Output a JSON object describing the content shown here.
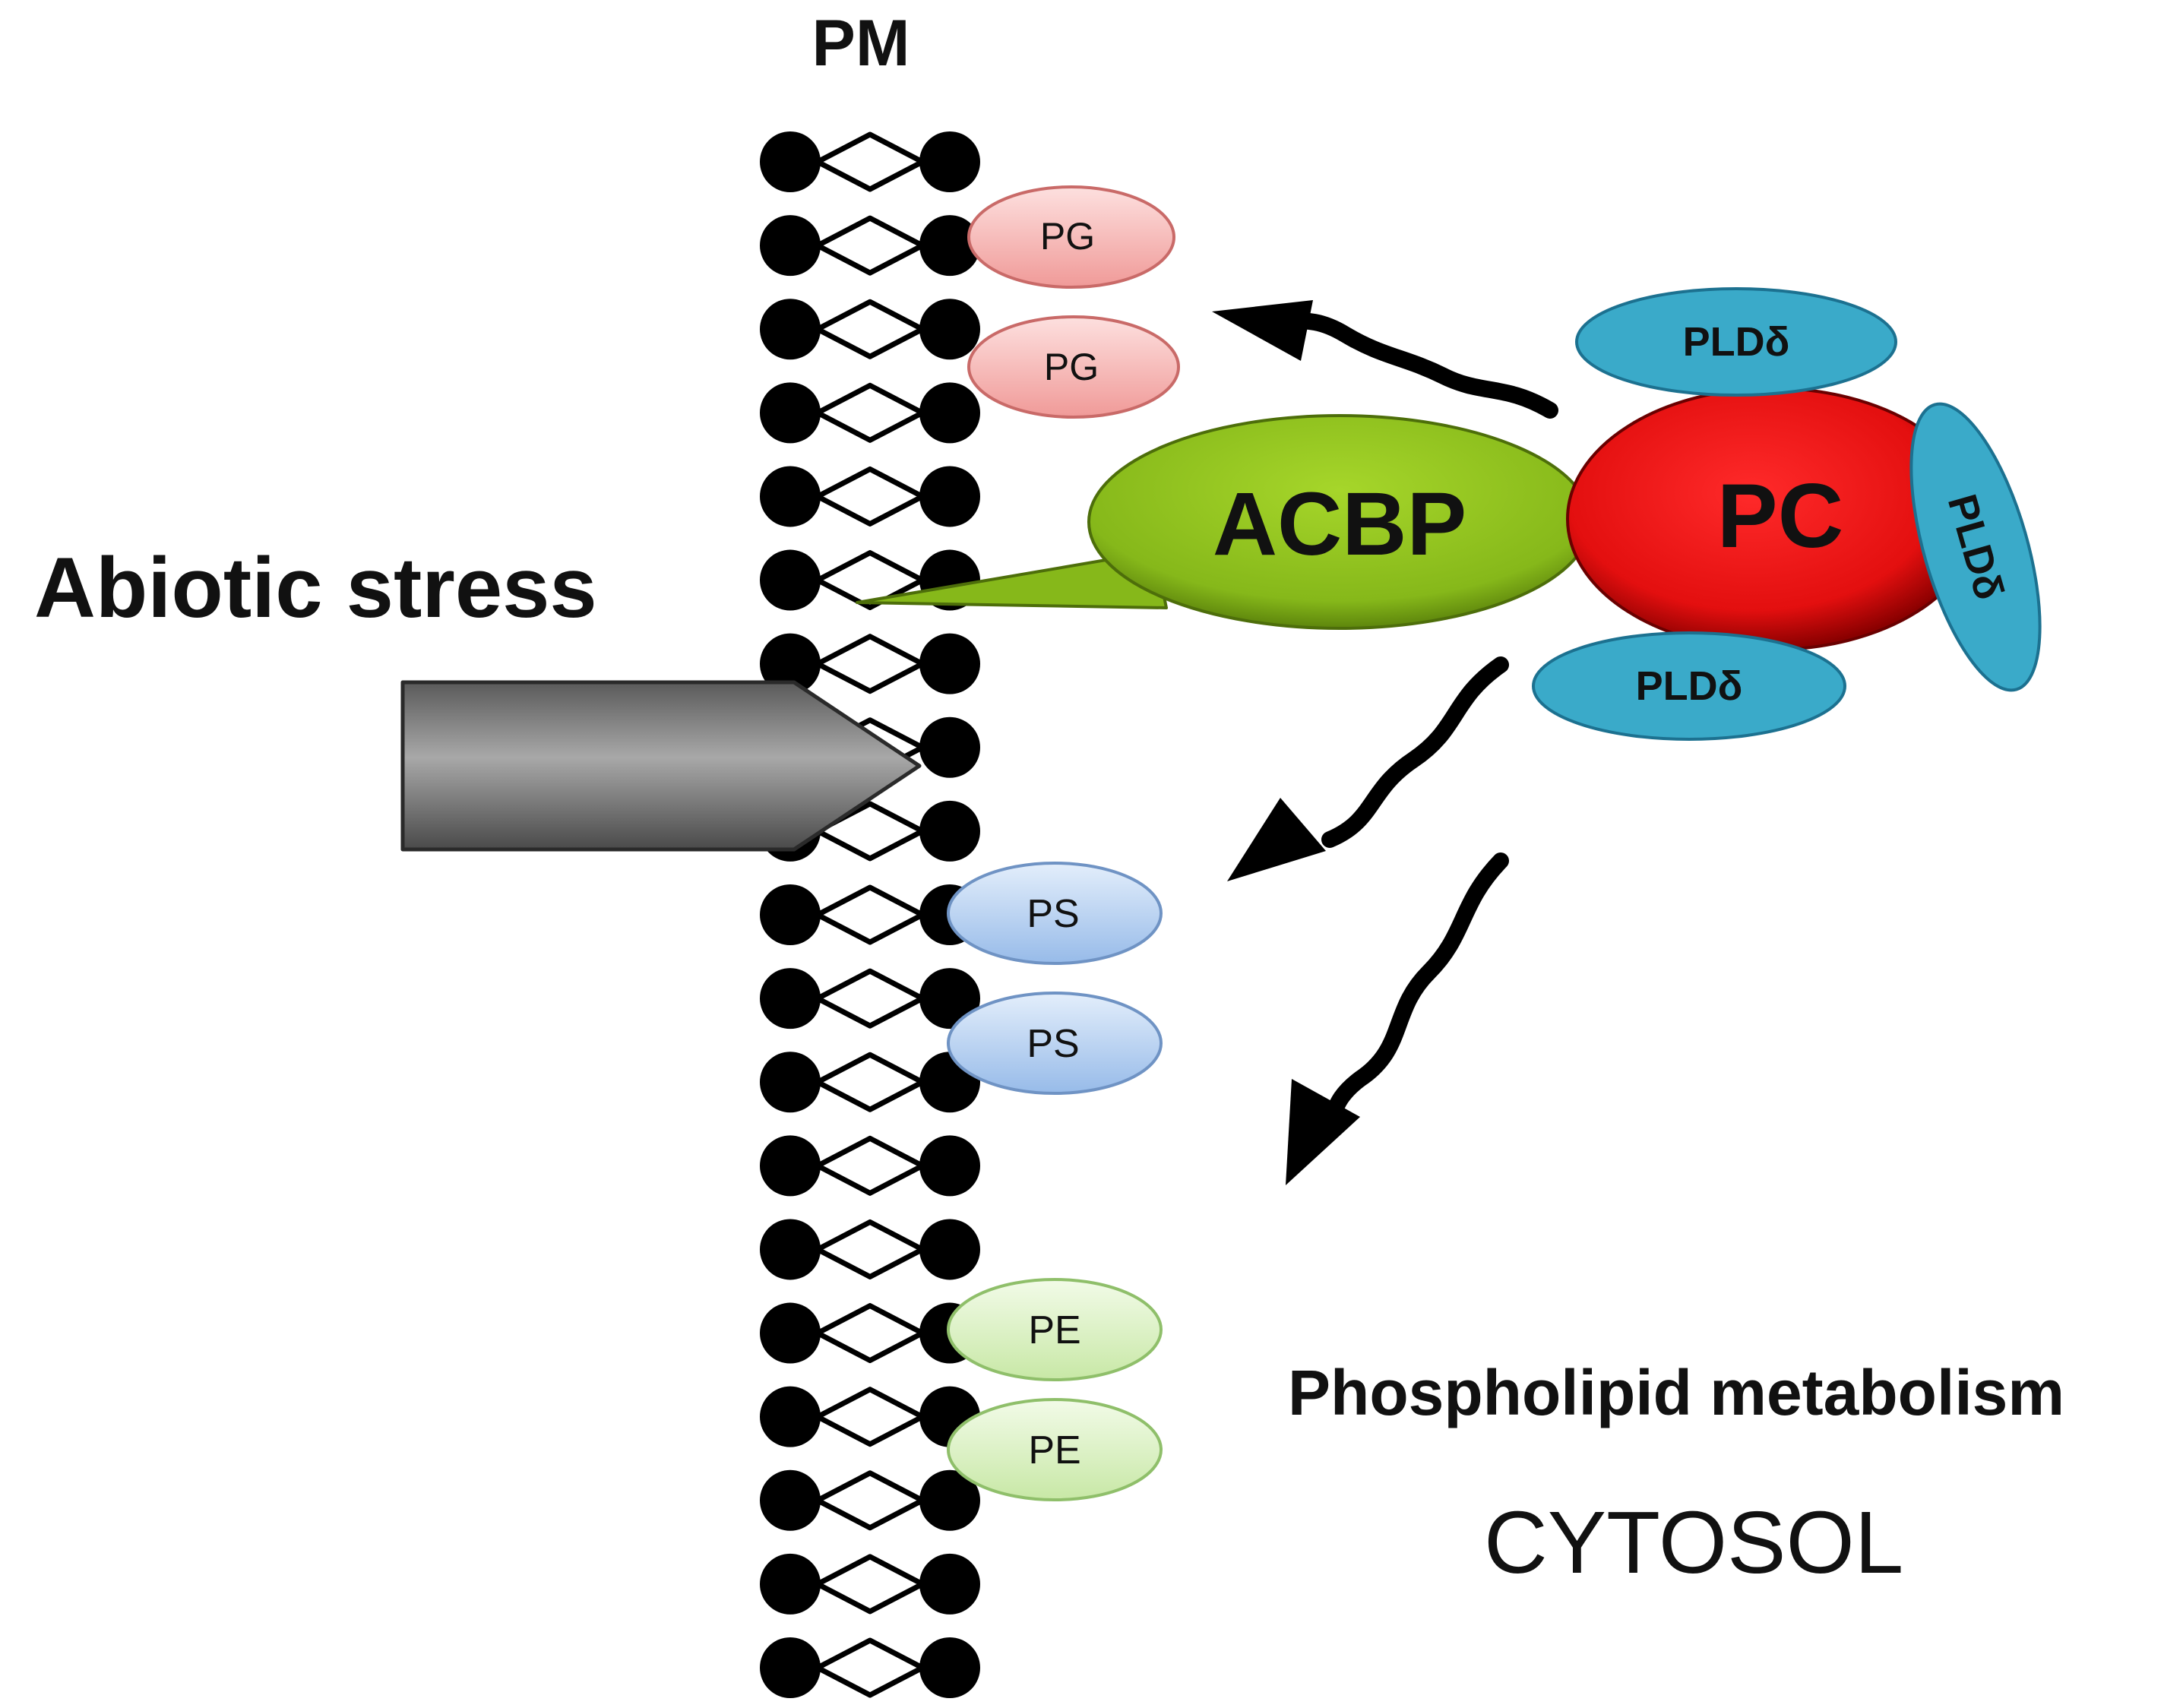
{
  "labels": {
    "membrane": "PM",
    "stress": "Abiotic stress",
    "metabolism": "Phospholipid metabolism",
    "cytosol": "CYTOSOL"
  },
  "lipids": {
    "pg_1": "PG",
    "pg_2": "PG",
    "ps_1": "PS",
    "ps_2": "PS",
    "pe_1": "PE",
    "pe_2": "PE"
  },
  "complex": {
    "acbp": "ACBP",
    "pc": "PC",
    "pld_top": "PLDδ",
    "pld_right": "PLDδ",
    "pld_bottom": "PLDδ"
  },
  "membrane_pairs": 19,
  "colors": {
    "pg": "#f4a8a6",
    "ps": "#a9c8ef",
    "pe": "#d6efbb",
    "acbp": "#8dbf1e",
    "pc": "#e30f0f",
    "pld": "#3aaac9",
    "stress_arrow": "#8a8a8a",
    "head_group": "#000000"
  }
}
